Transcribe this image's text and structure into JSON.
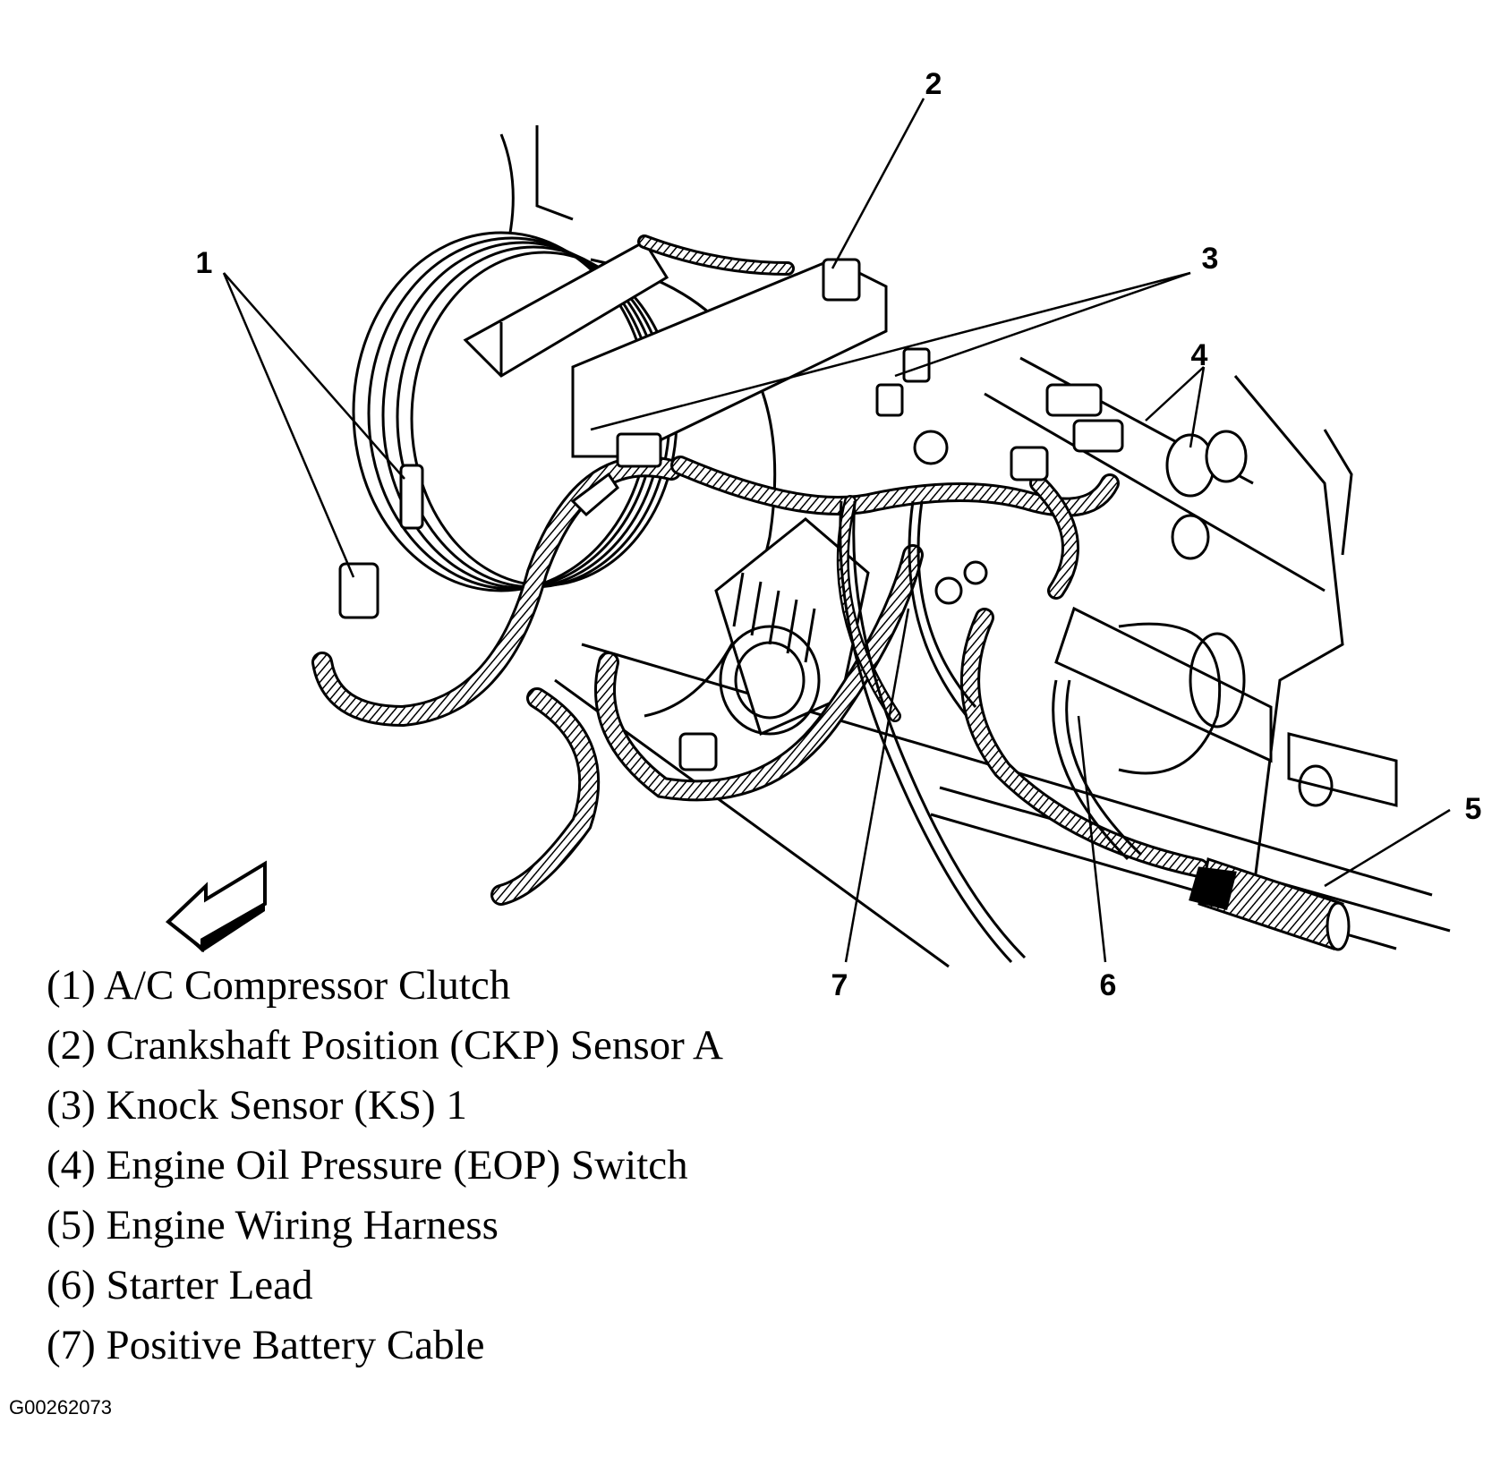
{
  "callouts": [
    "1",
    "2",
    "3",
    "4",
    "5",
    "6",
    "7"
  ],
  "legend": [
    "(1) A/C Compressor Clutch",
    "(2) Crankshaft Position (CKP) Sensor A",
    "(3) Knock Sensor (KS) 1",
    "(4) Engine Oil Pressure (EOP) Switch",
    "(5) Engine Wiring Harness",
    "(6) Starter Lead",
    "(7) Positive Battery Cable"
  ],
  "figure_id": "G00262073",
  "colors": {
    "ink": "#000000",
    "paper": "#ffffff"
  }
}
